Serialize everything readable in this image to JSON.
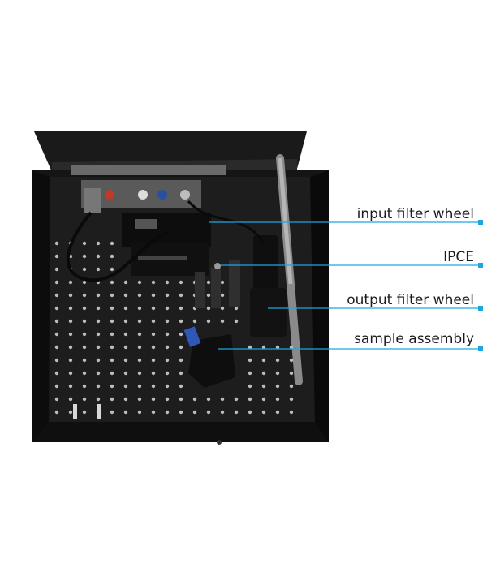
{
  "image": {
    "subject": "optical measurement enclosure with lid open",
    "colors": {
      "accent": "#1aa7de",
      "box_dark": "#141414",
      "breadboard": "#1c1c1c",
      "hole": "#bcbcbc",
      "background": "#ffffff"
    }
  },
  "callouts": [
    {
      "label": "input filter wheel"
    },
    {
      "label": "IPCE"
    },
    {
      "label": "output filter wheel"
    },
    {
      "label": "sample assembly"
    }
  ]
}
